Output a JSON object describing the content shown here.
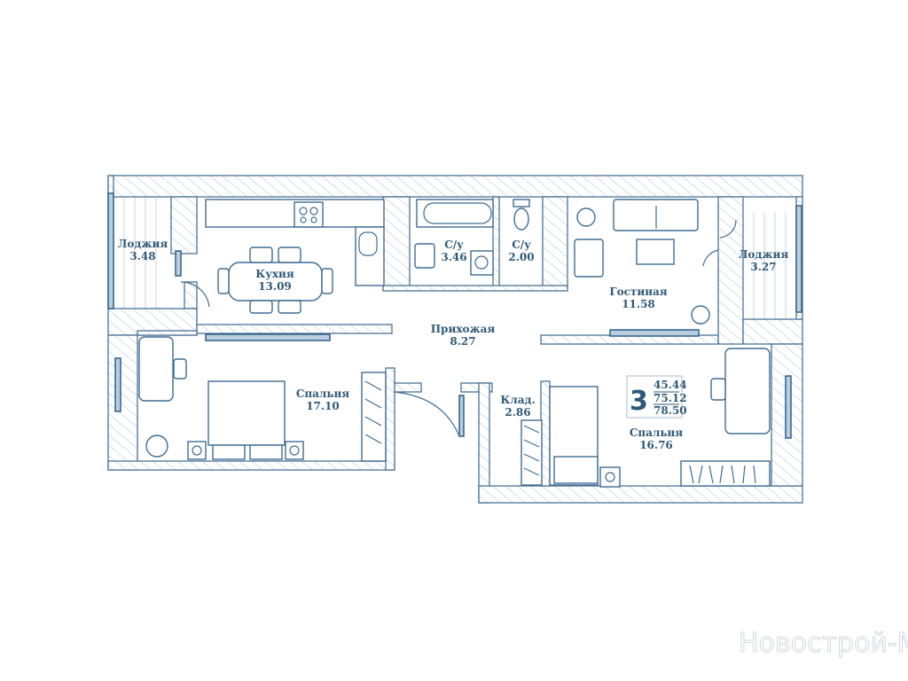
{
  "plan": {
    "rooms": [
      {
        "id": "loggia-left",
        "name": "Лоджия",
        "area": "3.48"
      },
      {
        "id": "kitchen",
        "name": "Кухня",
        "area": "13.09"
      },
      {
        "id": "bathroom",
        "name": "С/у",
        "area": "3.46"
      },
      {
        "id": "wc",
        "name": "С/у",
        "area": "2.00"
      },
      {
        "id": "living",
        "name": "Гостиная",
        "area": "11.58"
      },
      {
        "id": "loggia-right",
        "name": "Лоджия",
        "area": "3.27"
      },
      {
        "id": "hallway",
        "name": "Прихожая",
        "area": "8.27"
      },
      {
        "id": "bedroom-left",
        "name": "Спальня",
        "area": "17.10"
      },
      {
        "id": "storage",
        "name": "Клад.",
        "area": "2.86"
      },
      {
        "id": "bedroom-right",
        "name": "Спальня",
        "area": "16.76"
      }
    ],
    "summary": {
      "room_count": "3",
      "living_area": "45.44",
      "total_area": "75.12",
      "total_with_loggias": "78.50"
    },
    "colors": {
      "line": "#3f6d93",
      "text": "#2e5878",
      "hatch": "#a9bfd0",
      "window": "#b9cfe0"
    }
  },
  "watermark": "Новострой-М"
}
